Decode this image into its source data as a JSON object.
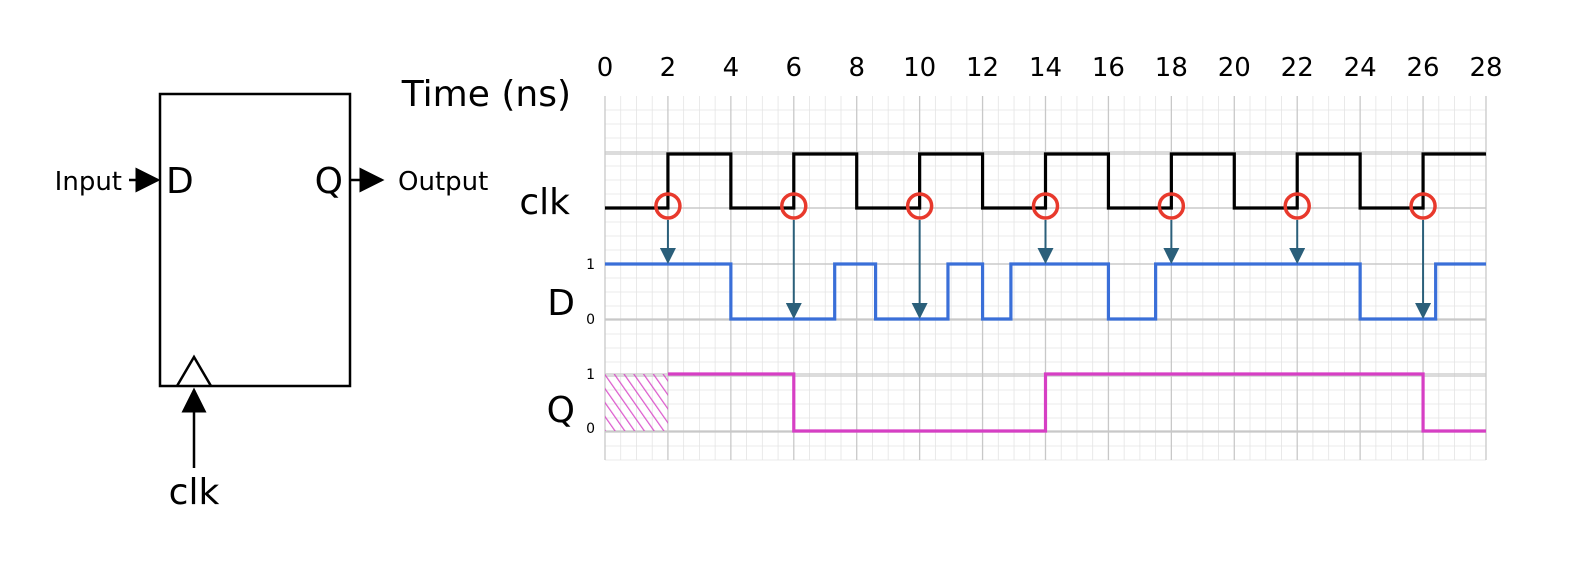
{
  "flipflop": {
    "d_pin": "D",
    "q_pin": "Q",
    "input_label": "Input",
    "output_label": "Output",
    "clock_label": "clk"
  },
  "timing": {
    "time_axis_label": "Time (ns)",
    "clk_label": "clk",
    "d_label": "D",
    "q_label": "Q",
    "level_high": "1",
    "level_low": "0",
    "colors": {
      "clk": "#000000",
      "d": "#3a6fd8",
      "q": "#d63fc4",
      "edge_marker": "#e8392c",
      "arrow": "#2b5f7a",
      "grid_major": "#c8c8c8",
      "grid_minor": "#e4e4e4"
    }
  },
  "chart_data": {
    "type": "timing-diagram",
    "xlabel": "Time (ns)",
    "x_ticks": [
      0,
      2,
      4,
      6,
      8,
      10,
      12,
      14,
      16,
      18,
      20,
      22,
      24,
      26,
      28
    ],
    "xlim": [
      0,
      28
    ],
    "series": [
      {
        "name": "clk",
        "steps": [
          [
            0,
            0
          ],
          [
            2,
            1
          ],
          [
            4,
            0
          ],
          [
            6,
            1
          ],
          [
            8,
            0
          ],
          [
            10,
            1
          ],
          [
            12,
            0
          ],
          [
            14,
            1
          ],
          [
            16,
            0
          ],
          [
            18,
            1
          ],
          [
            20,
            0
          ],
          [
            22,
            1
          ],
          [
            24,
            0
          ],
          [
            26,
            1
          ],
          [
            28,
            1
          ]
        ]
      },
      {
        "name": "D",
        "steps": [
          [
            0,
            1
          ],
          [
            4,
            0
          ],
          [
            7.3,
            1
          ],
          [
            8.6,
            0
          ],
          [
            10.9,
            1
          ],
          [
            12,
            0
          ],
          [
            12.9,
            1
          ],
          [
            16,
            0
          ],
          [
            17.5,
            1
          ],
          [
            24,
            0
          ],
          [
            26.4,
            1
          ],
          [
            28,
            1
          ]
        ]
      },
      {
        "name": "Q",
        "steps": [
          [
            0,
            null
          ],
          [
            2,
            1
          ],
          [
            6,
            0
          ],
          [
            14,
            1
          ],
          [
            26,
            0
          ],
          [
            28,
            0
          ]
        ]
      }
    ],
    "sample_edges": [
      2,
      6,
      10,
      14,
      18,
      22,
      26
    ]
  }
}
